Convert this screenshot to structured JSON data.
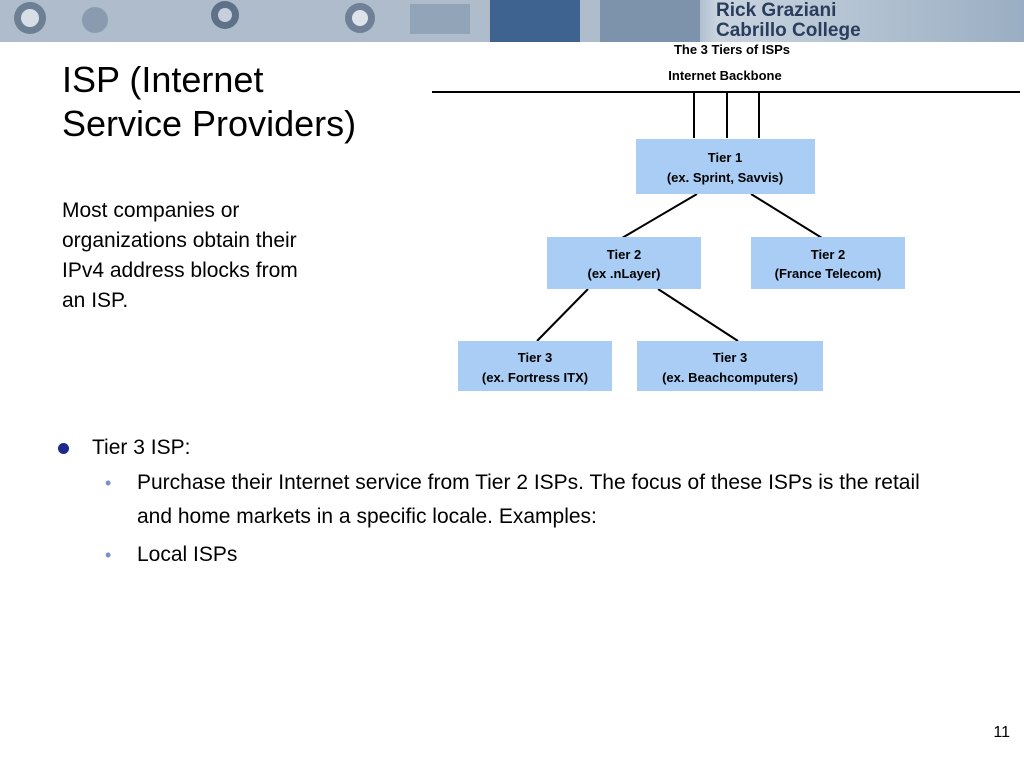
{
  "banner": {
    "name_line1": "Rick Graziani",
    "name_line2": "Cabrillo College"
  },
  "slide": {
    "title_line1": "ISP (Internet",
    "title_line2": "Service Providers)",
    "description": "Most companies or organizations obtain their IPv4 address blocks from an ISP.",
    "number": "11"
  },
  "diagram": {
    "title": "The 3 Tiers of ISPs",
    "backbone_label": "Internet Backbone",
    "box_color": "#a9cdf4",
    "nodes": [
      {
        "id": "tier1",
        "line1": "Tier 1",
        "line2": "(ex. Sprint, Savvis)"
      },
      {
        "id": "tier2a",
        "line1": "Tier 2",
        "line2": "(ex .nLayer)"
      },
      {
        "id": "tier2b",
        "line1": "Tier 2",
        "line2": "(France Telecom)"
      },
      {
        "id": "tier3a",
        "line1": "Tier 3",
        "line2": "(ex. Fortress ITX)"
      },
      {
        "id": "tier3b",
        "line1": "Tier 3",
        "line2": "(ex. Beachcomputers)"
      }
    ]
  },
  "bullets": {
    "main": "Tier 3 ISP:",
    "sub": [
      "Purchase their Internet service from Tier 2 ISPs. The focus of these ISPs is the retail and home markets in a specific locale. Examples:",
      "Local ISPs"
    ]
  },
  "colors": {
    "bullet": "#1c2a8c",
    "sub_bullet": "#7a8fd0",
    "banner_text": "#2a3d5c"
  }
}
